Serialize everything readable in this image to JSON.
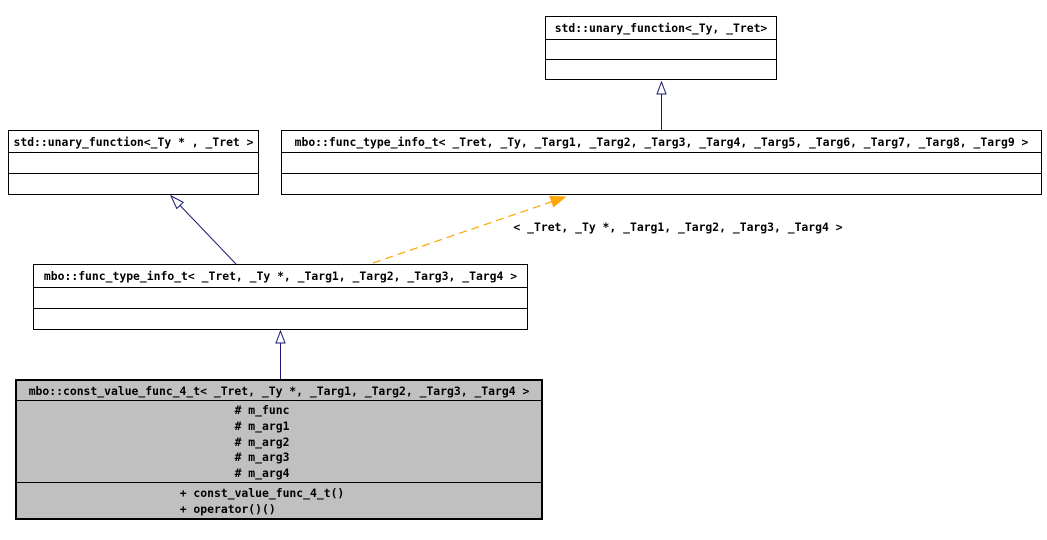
{
  "diagram": {
    "type": "uml-class-inheritance-diagram",
    "colors": {
      "inheritance_arrow": "#191970",
      "instantiation_arrow": "#ffa500",
      "node_fill": "#ffffff",
      "selected_node_fill": "#c0c0c0",
      "border": "#000000",
      "background": "#ffffff",
      "text": "#000000"
    },
    "nodes": {
      "unary_base": {
        "title": "std::unary_function<_Ty, _Tret>"
      },
      "unary_ptr": {
        "title": "std::unary_function<_Ty * , _Tret >"
      },
      "fti_full": {
        "title": "mbo::func_type_info_t< _Tret, _Ty, _Targ1, _Targ2, _Targ3, _Targ4, _Targ5, _Targ6, _Targ7, _Targ8, _Targ9 >"
      },
      "fti_ptr": {
        "title": "mbo::func_type_info_t< _Tret, _Ty *, _Targ1, _Targ2, _Targ3, _Targ4 >"
      },
      "const_value": {
        "title": "mbo::const_value_func_4_t< _Tret, _Ty *, _Targ1, _Targ2, _Targ3, _Targ4 >",
        "attributes": [
          "# m_func",
          "# m_arg1",
          "# m_arg2",
          "# m_arg3",
          "# m_arg4"
        ],
        "methods": [
          "+ const_value_func_4_t()",
          "+ operator()()"
        ]
      }
    },
    "edges": {
      "instantiation_label": "< _Tret, _Ty *, _Targ1, _Targ2, _Targ3, _Targ4 >"
    }
  }
}
